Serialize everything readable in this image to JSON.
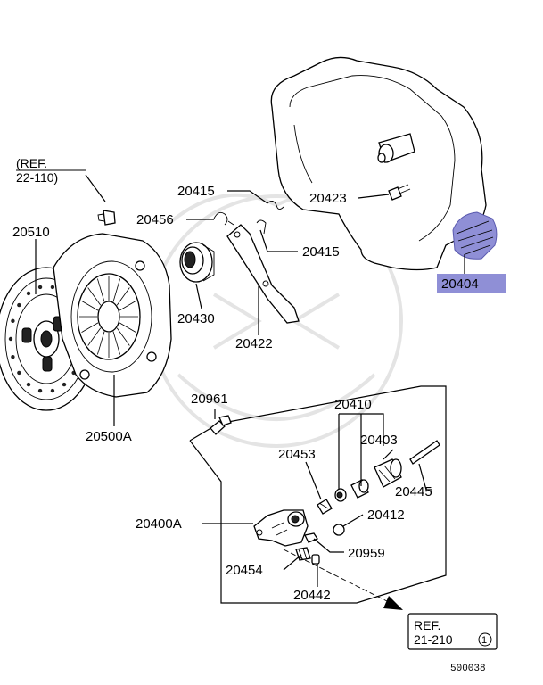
{
  "diagram_id": "500038",
  "highlight_color": "#8f8fd6",
  "references": [
    {
      "line1": "(REF.",
      "line2": "22-110)"
    },
    {
      "line1": "REF.",
      "line2": "21-210",
      "circled": "1"
    }
  ],
  "parts": {
    "p20415a": "20415",
    "p20415b": "20415",
    "p20423": "20423",
    "p20456": "20456",
    "p20510": "20510",
    "p20404": "20404",
    "p20430": "20430",
    "p20422": "20422",
    "p20500A": "20500A",
    "p20961": "20961",
    "p20410": "20410",
    "p20403": "20403",
    "p20453": "20453",
    "p20445": "20445",
    "p20400A": "20400A",
    "p20412": "20412",
    "p20959": "20959",
    "p20454": "20454",
    "p20442": "20442"
  }
}
